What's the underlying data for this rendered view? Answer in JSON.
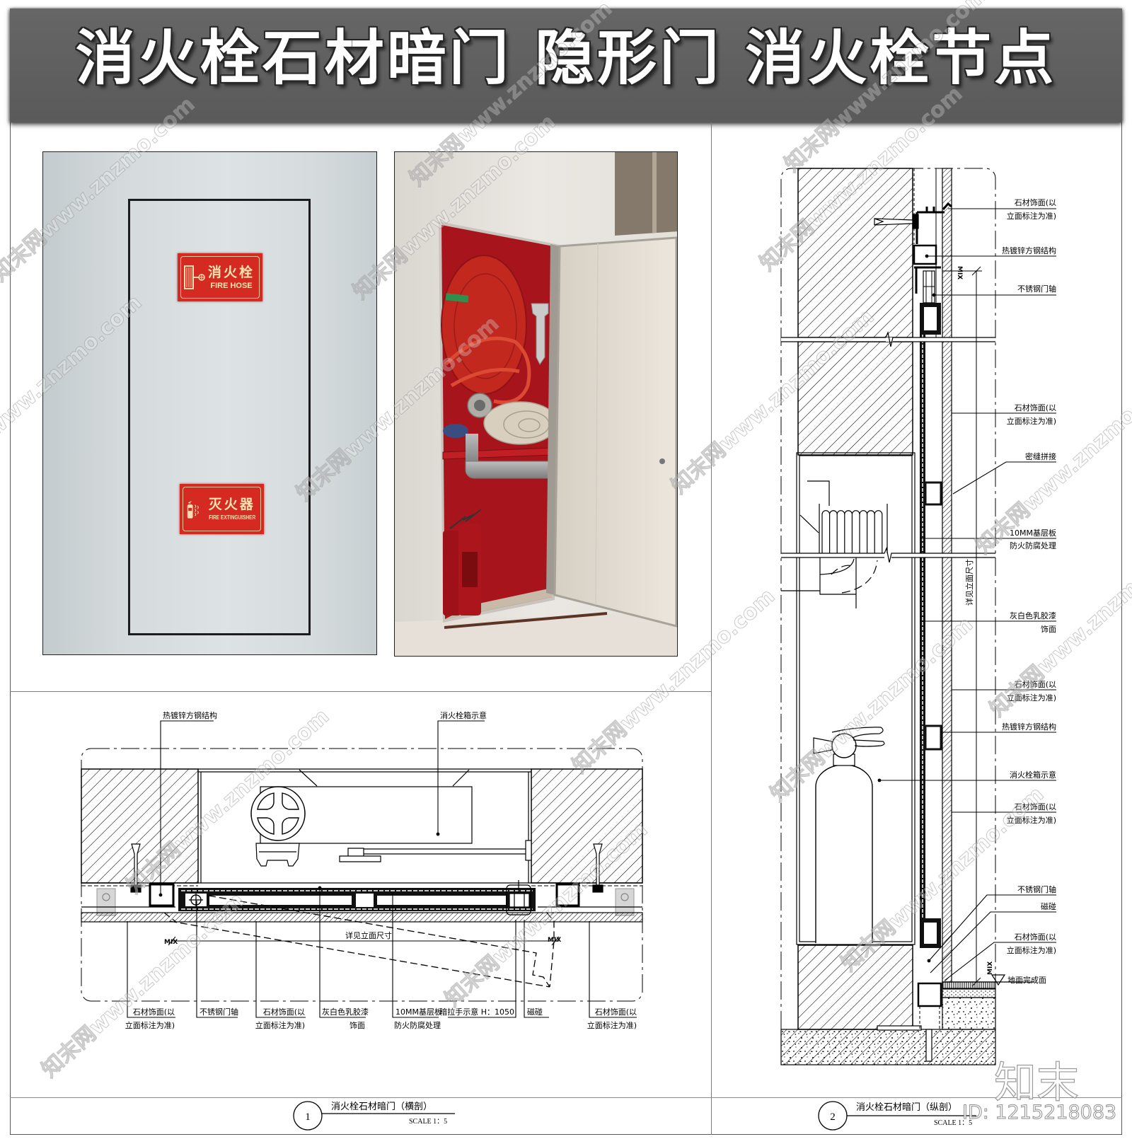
{
  "header": {
    "title": "消火栓石材暗门 隐形门 消火栓节点"
  },
  "photo_closed": {
    "sign_hose": {
      "cn": "消火栓",
      "en": "FIRE HOSE",
      "icon": "hose-reel-icon"
    },
    "sign_extinguisher": {
      "cn": "灭火器",
      "en": "FIRE EXTINGUISHER",
      "icon": "fire-extinguisher-icon"
    }
  },
  "drawing_1": {
    "number": "1",
    "title": "消火栓石材暗门（横剖）",
    "scale": "SCALE 1：5",
    "dimension_note": "详见立面尺寸",
    "dim_marker": "MIX",
    "labels_top": [
      {
        "text": "热镀锌方钢结构"
      },
      {
        "text": "消火栓箱示意"
      }
    ],
    "labels_bottom": [
      {
        "line1": "石材饰面(以",
        "line2": "立面标注为准)"
      },
      {
        "line1": "不锈钢门轴"
      },
      {
        "line1": "石材饰面(以",
        "line2": "立面标注为准)"
      },
      {
        "line1": "灰白色乳胶漆",
        "line2": "饰面"
      },
      {
        "line1": "10MM基层板",
        "line2": "防火防腐处理"
      },
      {
        "line1": "暗拉手示意 H：1050"
      },
      {
        "line1": "磁碰"
      },
      {
        "line1": "石材饰面(以",
        "line2": "立面标注为准)"
      }
    ]
  },
  "drawing_2": {
    "number": "2",
    "title": "消火栓石材暗门（纵剖）",
    "scale": "SCALE 1：5",
    "dimension_note": "详见立面尺寸",
    "dim_marker": "MIX",
    "floor_level": "地面完成面",
    "labels": [
      {
        "line1": "石材饰面(以",
        "line2": "立面标注为准)"
      },
      {
        "line1": "热镀锌方钢结构"
      },
      {
        "line1": "不锈钢门轴"
      },
      {
        "line1": "石材饰面(以",
        "line2": "立面标注为准)"
      },
      {
        "line1": "密缝拼接"
      },
      {
        "line1": "10MM基层板",
        "line2": "防火防腐处理"
      },
      {
        "line1": "灰白色乳胶漆",
        "line2": "饰面"
      },
      {
        "line1": "石材饰面(以",
        "line2": "立面标注为准)"
      },
      {
        "line1": "热镀锌方钢结构"
      },
      {
        "line1": "消火栓箱示意"
      },
      {
        "line1": "石材饰面(以",
        "line2": "立面标注为准)"
      },
      {
        "line1": "不锈钢门轴"
      },
      {
        "line1": "磁碰"
      },
      {
        "line1": "石材饰面(以",
        "line2": "立面标注为准)"
      }
    ]
  },
  "watermarks": {
    "site": "知末网www.znzmo.com",
    "logo": "知末",
    "id": "ID: 1215218083"
  },
  "colors": {
    "header_bg": "#5e5e5e",
    "title_text": "#ffffff",
    "sign_red": "#d42a22",
    "sign_text": "#f8e4b0",
    "cabinet_red": "#a8141b",
    "door_panel": "#e4ddd1",
    "line": "#000000"
  }
}
